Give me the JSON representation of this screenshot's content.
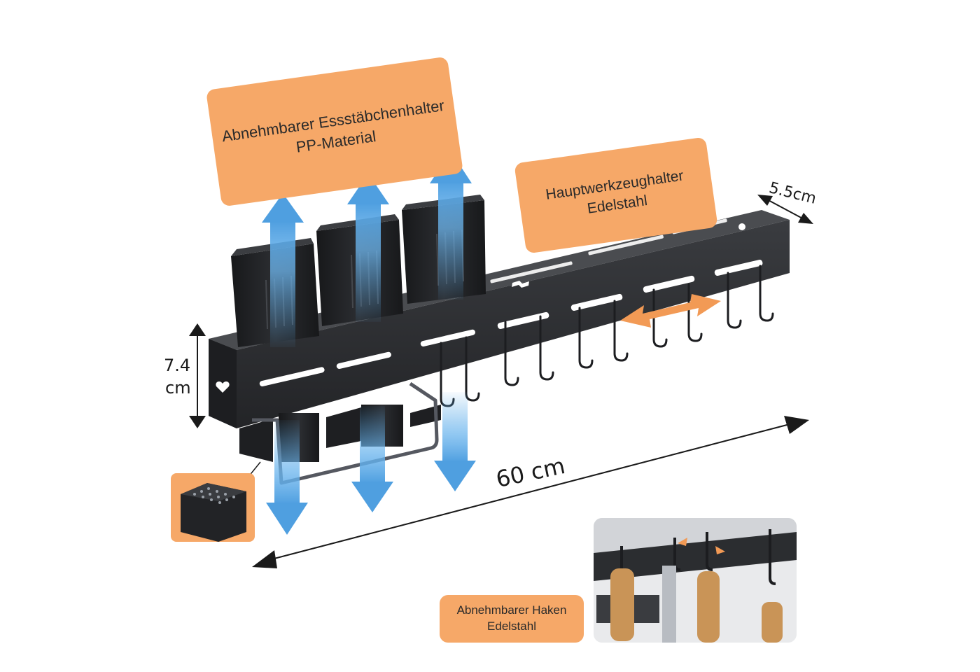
{
  "colors": {
    "callout_fill": "#f6a868",
    "rack_body": "#2b2d30",
    "rack_top": "#3a3c40",
    "cup_dark": "#1e1f22",
    "arrow_blue": "#5aa9e6",
    "arrow_orange": "#f29a55",
    "dimension_line": "#1a1a1a"
  },
  "callouts": {
    "chopstick_holder": {
      "line1": "Abnehmbarer Essstäbchenhalter",
      "line2": "PP-Material"
    },
    "main_tool_holder": {
      "line1": "Hauptwerkzeughalter",
      "line2": "Edelstahl"
    },
    "hook": {
      "line1": "Abnehmbarer Haken",
      "line2": "Edelstahl"
    }
  },
  "dimensions": {
    "length": "60 cm",
    "height_value": "7.4",
    "height_unit": "cm",
    "depth": "5.5cm"
  },
  "icons": {
    "lift_arrow": "arrow-up-down-icon",
    "slide_arrow": "arrow-left-right-icon",
    "drain_detail": "drain-holes-icon"
  }
}
